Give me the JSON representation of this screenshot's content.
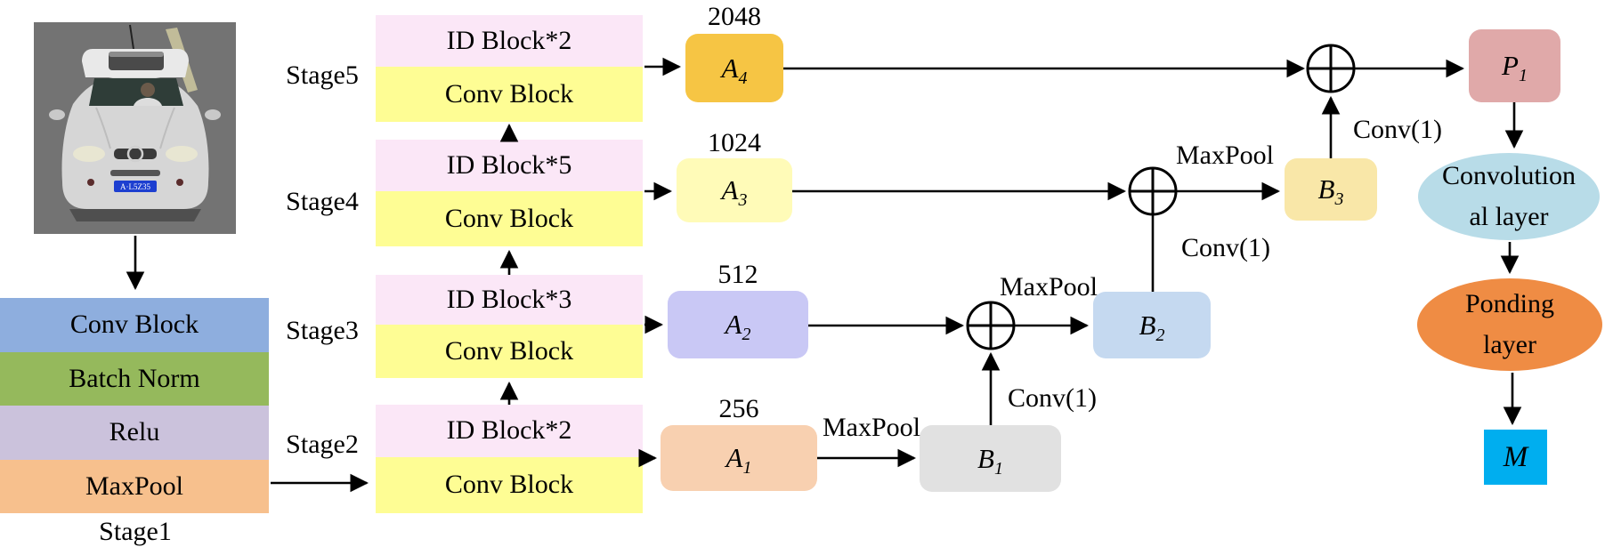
{
  "input": {
    "plate": "A·L5Z35"
  },
  "stage1": {
    "label": "Stage1",
    "layers": [
      {
        "label": "Conv Block",
        "color": "#8EAEDE"
      },
      {
        "label": "Batch Norm",
        "color": "#95B95C"
      },
      {
        "label": "Relu",
        "color": "#CBC2DC"
      },
      {
        "label": "MaxPool",
        "color": "#F7C08D"
      }
    ]
  },
  "stage_colors": {
    "id_block": "#FBE7F7",
    "conv_block": "#FEFD94"
  },
  "stages": [
    {
      "label": "Stage5",
      "id_block": "ID Block*2",
      "conv_block": "Conv Block"
    },
    {
      "label": "Stage4",
      "id_block": "ID Block*5",
      "conv_block": "Conv Block"
    },
    {
      "label": "Stage3",
      "id_block": "ID Block*3",
      "conv_block": "Conv Block"
    },
    {
      "label": "Stage2",
      "id_block": "ID Block*2",
      "conv_block": "Conv Block"
    }
  ],
  "features": [
    {
      "base": "A",
      "sub": "4",
      "channels": "2048",
      "color": "#F6C544"
    },
    {
      "base": "A",
      "sub": "3",
      "channels": "1024",
      "color": "#FFFBB8"
    },
    {
      "base": "A",
      "sub": "2",
      "channels": "512",
      "color": "#C9C8F5"
    },
    {
      "base": "A",
      "sub": "1",
      "channels": "256",
      "color": "#F8D0B0"
    }
  ],
  "fused": [
    {
      "base": "B",
      "sub": "1",
      "color": "#E1E1E1"
    },
    {
      "base": "B",
      "sub": "2",
      "color": "#C5D9F0"
    },
    {
      "base": "B",
      "sub": "3",
      "color": "#F9E7A8"
    }
  ],
  "output_node": {
    "base": "P",
    "sub": "1",
    "color": "#E0A9A9"
  },
  "edge_labels": {
    "maxpool_a1_b1": "MaxPool",
    "conv1_b1": "Conv(1)",
    "maxpool_sum1": "MaxPool",
    "conv1_b2": "Conv(1)",
    "maxpool_sum2": "MaxPool",
    "conv1_b3": "Conv(1)"
  },
  "head": {
    "conv_layer_line1": "Convolution",
    "conv_layer_line2": "al layer",
    "conv_layer_color": "#B8DCE8",
    "pooling_line1": "Ponding",
    "pooling_line2": "layer",
    "pooling_color": "#EF8C44",
    "m_label": "M",
    "m_color": "#00AEEF"
  }
}
